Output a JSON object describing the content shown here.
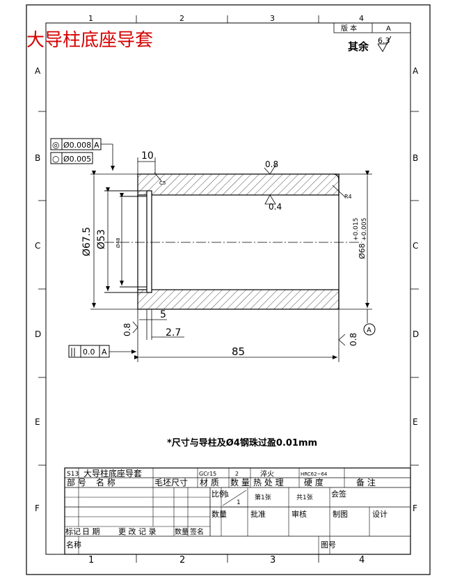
{
  "title": "大导柱底座导套",
  "revision": {
    "label": "版 本",
    "value": "A"
  },
  "surface_rest": {
    "label": "其余",
    "value": "6.3"
  },
  "zone_columns": [
    "1",
    "2",
    "3",
    "4"
  ],
  "zone_rows": [
    "A",
    "B",
    "C",
    "D",
    "E",
    "F"
  ],
  "tolerances": [
    {
      "symbol": "◎",
      "value": "Ø0.008",
      "datum": "A"
    },
    {
      "symbol": "○",
      "value": "Ø0.005",
      "datum": ""
    }
  ],
  "flatness_frame": {
    "symbol": "||",
    "value": "0.0",
    "datum": "A"
  },
  "datum_marker": "A",
  "dimensions": {
    "top_width": "10",
    "chamfer_left": "C5",
    "chamfer_right": "R4",
    "roughness_outer": "0.8",
    "roughness_inner": "0.4",
    "outer_diameter": "Ø67.5",
    "bore_diameter": "Ø53",
    "groove_diameter": "Ø48",
    "right_diameter": "Ø68",
    "right_tol_upper": "+0.015",
    "right_tol_lower": "+0.005",
    "groove_width": "5",
    "groove_offset": "2.7",
    "roughness_groove": "0.8",
    "roughness_end": "0.8",
    "length": "85"
  },
  "note": "*尺寸与导柱及Ø4钢珠过盈0.01mm",
  "title_block": {
    "drawing_no": "S13",
    "part_name": "大导柱底座导套",
    "material": "GCr15",
    "quantity": "2",
    "heat_treatment": "淬火",
    "hardness": "HRC62~64",
    "h_part_no": "部 号",
    "h_name": "名   称",
    "h_blank_size": "毛坯尺寸",
    "h_material": "材  质",
    "h_quantity": "数 量",
    "h_heat": "热 处 理",
    "h_hardness": "硬   度",
    "h_remarks": "备    注",
    "scale_label": "比例",
    "scale_num": "1",
    "scale_den": "1",
    "sheet_no": "第1张",
    "sheet_total": "共1张",
    "seal_label": "会签",
    "qty_label": "数量",
    "approve_label": "批准",
    "review_label": "审核",
    "draw_label": "制图",
    "design_label": "设计",
    "mark_label": "标记",
    "date_label": "日 期",
    "change_label": "更 改 记 录",
    "count_label": "数量",
    "sign_label": "签名",
    "name_label": "名称",
    "drawing_no_label": "图号"
  }
}
